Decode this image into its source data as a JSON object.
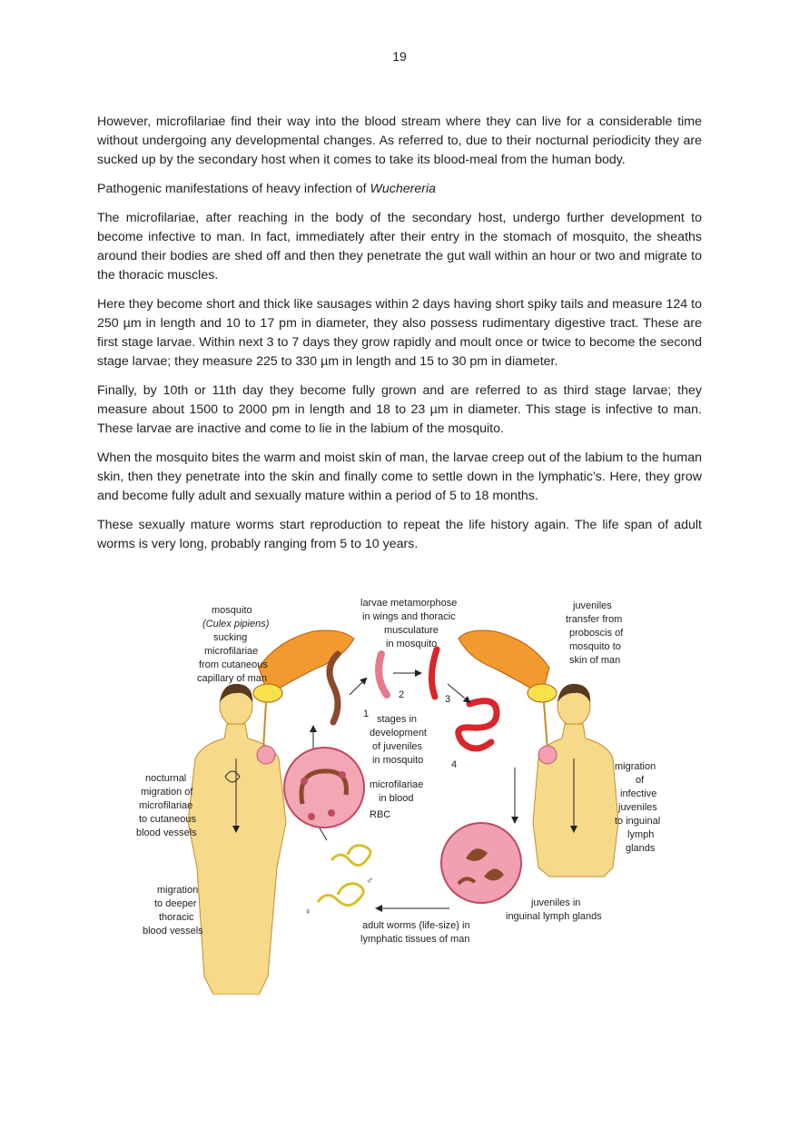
{
  "page_number": "19",
  "paragraphs": [
    "However, microfilariae find their way into the blood stream where they can live for a considerable time without undergoing any developmental changes. As referred to, due to their nocturnal periodicity they are sucked up by the secondary host when it comes to take its blood-meal from the human body.",
    "The microfilariae, after reaching in the body of the secondary host, undergo further development to become infective to man. In fact, immediately after their entry in the stomach of mosquito, the sheaths around their bodies are shed off and then they penetrate the gut wall within an hour or two and migrate to the thoracic muscles.",
    "Here they become short and thick like sausages within 2 days having short spiky tails and measure 124 to 250 µm in length and 10 to 17 pm in diameter, they also possess rudimentary digestive tract. These are first stage larvae. Within next 3 to 7 days they grow rapidly and moult once or twice to become the second stage larvae; they measure 225 to 330 µm in length and 15 to 30 pm in diameter.",
    "Finally, by 10th or 11th day they become fully grown and are referred to as third stage larvae; they measure about 1500 to 2000 pm in length and 18 to 23 µm in diameter. This stage is infective to man. These larvae are inactive and come to lie in the labium of the mosquito.",
    "When the mosquito bites the warm and moist skin of man, the larvae creep out of the labium to the human skin, then they penetrate into the skin and finally come to settle down in the lymphatic’s. Here, they grow and become fully adult and sexually mature within a period of 5 to 18 months.",
    "These sexually mature worms start reproduction to repeat the life history again. The life span of adult worms is very long, probably ranging from 5 to 10 years."
  ],
  "heading": {
    "prefix": "Pathogenic manifestations of heavy infection of ",
    "italic": "Wuchereria"
  },
  "figure": {
    "labels": {
      "mosquito_line1": "mosquito",
      "mosquito_line2": "(Culex pipiens)",
      "mosquito_line3": "sucking",
      "mosquito_line4": "microfilariae",
      "mosquito_line5": "from cutaneous",
      "mosquito_line6": "capillary of man",
      "larvae_line1": "larvae metamorphose",
      "larvae_line2": "in wings and thoracic",
      "larvae_line3": "musculature",
      "larvae_line4": "in mosquito",
      "juveniles_line1": "juveniles",
      "juveniles_line2": "transfer from",
      "juveniles_line3": "proboscis of",
      "juveniles_line4": "mosquito to",
      "juveniles_line5": "skin of man",
      "stages_line1": "stages in",
      "stages_line2": "development",
      "stages_line3": "of juveniles",
      "stages_line4": "in mosquito",
      "nocturnal_line1": "nocturnal",
      "nocturnal_line2": "migration of",
      "nocturnal_line3": "microfilariae",
      "nocturnal_line4": "to cutaneous",
      "nocturnal_line5": "blood vessels",
      "microfilariae_line1": "microfilariae",
      "microfilariae_line2": "in blood",
      "rbc": "RBC",
      "migration_infective_line1": "migration",
      "migration_infective_line2": "of",
      "migration_infective_line3": "infective",
      "migration_infective_line4": "juveniles",
      "migration_infective_line5": "to inguinal",
      "migration_infective_line6": "lymph",
      "migration_infective_line7": "glands",
      "deeper_line1": "migration",
      "deeper_line2": "to deeper",
      "deeper_line3": "thoracic",
      "deeper_line4": "blood vessels",
      "inguinal_line1": "juveniles in",
      "inguinal_line2": "inguinal lymph glands",
      "adult_line1": "adult worms (life-size) in",
      "adult_line2": "lymphatic tissues of man",
      "stage1": "1",
      "stage2": "2",
      "stage3": "3",
      "stage4": "4",
      "male_symbol": "♂",
      "female_symbol": "♀"
    },
    "colors": {
      "skin": "#f7d98a",
      "skin_outline": "#c98a2a",
      "mosquito_orange": "#f29a2e",
      "mosquito_yellow": "#f7e24a",
      "worm_red": "#d8262b",
      "worm_brown": "#8a4a2a",
      "circle_pink": "#e66a80",
      "hair": "#5a3a1e"
    }
  }
}
